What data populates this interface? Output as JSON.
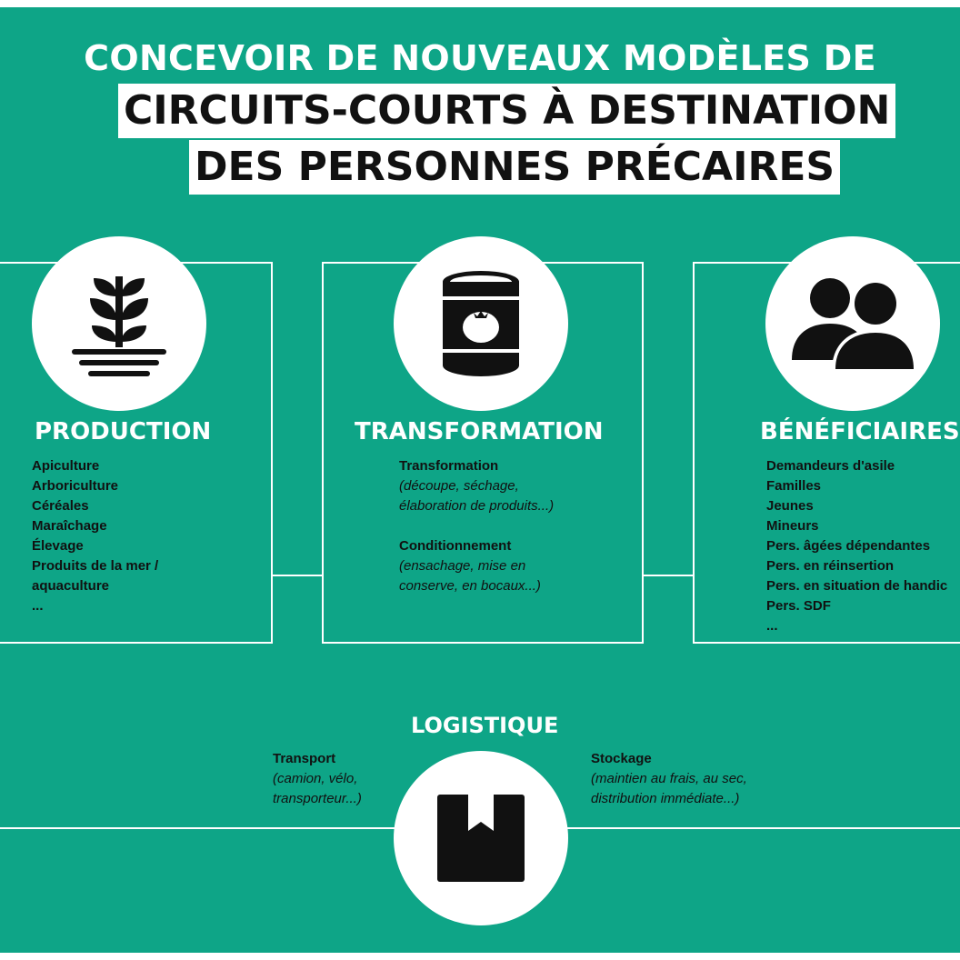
{
  "title": {
    "line1": "CONCEVOIR DE NOUVEAUX MODÈLES DE",
    "line2": "CIRCUITS-COURTS À DESTINATION",
    "line3": "DES PERSONNES PRÉCAIRES"
  },
  "production": {
    "heading": "PRODUCTION",
    "icon": "plant-sprout-icon",
    "items": [
      "Apiculture",
      "Arboriculture",
      "Céréales",
      "Maraîchage",
      "Élevage",
      "Produits de la mer /",
      "aquaculture",
      "..."
    ]
  },
  "transformation": {
    "heading": "TRANSFORMATION",
    "icon": "tomato-can-icon",
    "block1": {
      "title": "Transformation",
      "desc1": "(découpe, séchage,",
      "desc2": "élaboration de produits...)"
    },
    "block2": {
      "title": "Conditionnement",
      "desc1": "(ensachage, mise en",
      "desc2": "conserve, en bocaux...)"
    }
  },
  "beneficiaires": {
    "heading": "BÉNÉFICIAIRES",
    "icon": "people-icon",
    "items": [
      "Demandeurs d'asile",
      "Familles",
      "Jeunes",
      "Mineurs",
      "Pers. âgées dépendantes",
      "Pers. en réinsertion",
      "Pers. en situation de handic",
      "Pers. SDF",
      "..."
    ]
  },
  "logistique": {
    "heading": "LOGISTIQUE",
    "icon": "box-icon",
    "transport": {
      "title": "Transport",
      "desc1": "(camion, vélo,",
      "desc2": "transporteur...)"
    },
    "stockage": {
      "title": "Stockage",
      "desc1": "(maintien au frais, au sec,",
      "desc2": "distribution immédiate...)"
    }
  },
  "colors": {
    "background": "#0ea587",
    "text": "#111111",
    "white": "#ffffff"
  }
}
